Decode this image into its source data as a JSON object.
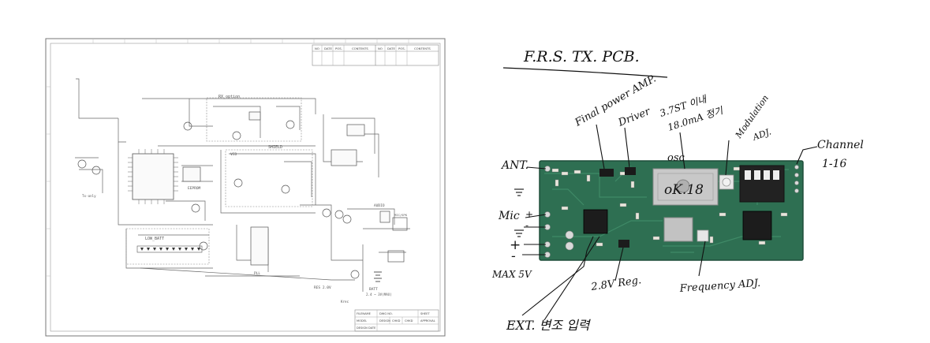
{
  "schematic": {
    "section_labels": {
      "rx_option": "RX_option",
      "shield": "SHIELD",
      "vco": "VCO",
      "eeprom": "EEPROM",
      "low_batt": "LOW_BATT",
      "pll": "PLL",
      "audio": "AUDIO",
      "res": "RES 2.0V",
      "batt": "BATT",
      "batt_range": "2.4 ~ 3V(MAX)",
      "tx_only": "Tx-only",
      "mic_jack": "MIC/SPK",
      "small_note": "Krec"
    },
    "revision_table": {
      "headers": [
        "NO",
        "DATE",
        "POS.",
        "CONTENTS",
        "NO",
        "DATE",
        "POS.",
        "CONTENTS"
      ]
    },
    "title_block": {
      "labels": [
        "FILENAME",
        "DWG NO.",
        "SHEET",
        "MODEL",
        "DESIGN",
        "CHKD",
        "CHKD",
        "APPROVAL",
        "DESIGN DATE"
      ]
    }
  },
  "pcb_photo": {
    "title": "F.R.S. TX. PCB.",
    "annotations": {
      "final_amp": "Final power AMP.",
      "driver": "Driver",
      "osc_ko": "3.7ST 이내",
      "osc_ko2": "18.0mA 정기",
      "osc": "osc",
      "modulation": "Modulation",
      "modulation_adj": "ADJ.",
      "channel": "Channel",
      "channel_range": "1-16",
      "ant": "ANT.",
      "mic": "Mic",
      "max_5v": "MAX 5V",
      "reg": "2.8V Reg.",
      "freq_adj": "Frequency ADJ.",
      "ext": "EXT. 변조 입력",
      "ok": "oK.18",
      "plus": "+",
      "minus": "-",
      "mic_plus": "+",
      "mic_minus": "-"
    },
    "colors": {
      "board": "#2e6f52",
      "board_dark": "#1f4f3a",
      "ink": "#111111"
    }
  }
}
